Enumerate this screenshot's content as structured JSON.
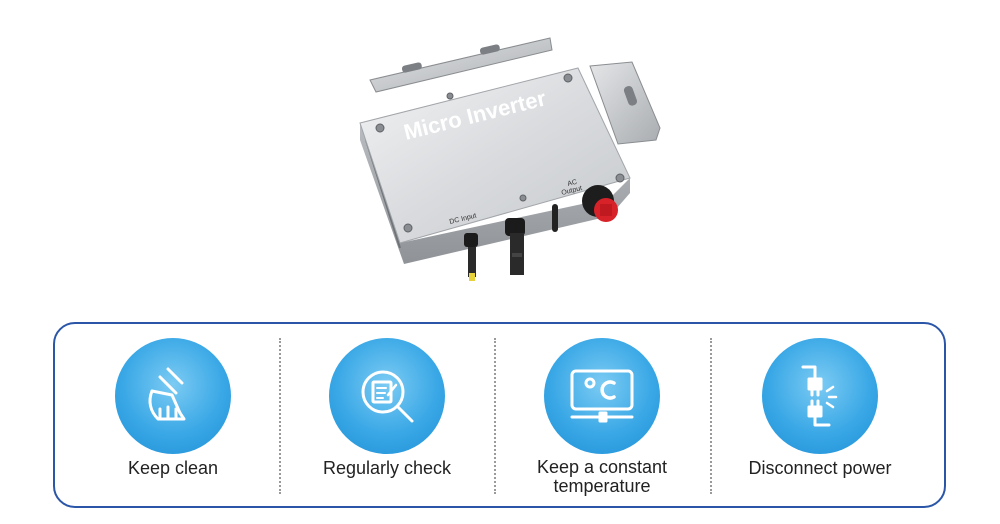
{
  "product": {
    "title": "Micro Inverter",
    "dc_port_label": "DC Input",
    "ac_port_label_line1": "AC",
    "ac_port_label_line2": "Output"
  },
  "tips": [
    {
      "label": "Keep clean",
      "icon": "broom-icon"
    },
    {
      "label": "Regularly check",
      "icon": "magnifier-document-icon"
    },
    {
      "label_line1": "Keep a constant",
      "label_line2": "temperature",
      "icon": "thermometer-celsius-icon"
    },
    {
      "label": "Disconnect power",
      "icon": "unplug-icon"
    }
  ],
  "colors": {
    "panel_border": "#2b56a8",
    "icon_circle": "#3aa8e6",
    "inverter_body": "#d7d9dc",
    "ac_connector": "#d8222a"
  }
}
